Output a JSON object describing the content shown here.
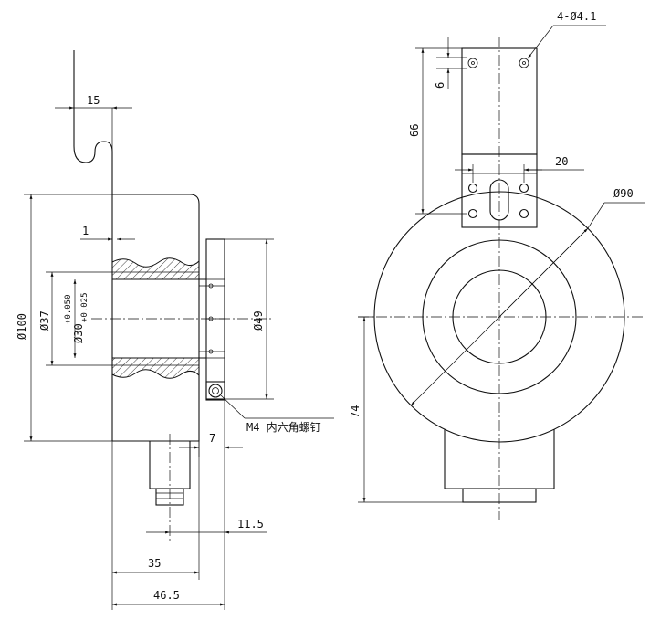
{
  "dimensions": {
    "d15": "15",
    "d1": "1",
    "d100": "Ø100",
    "d37": "Ø37",
    "d30": "Ø30",
    "tol_upper": "+0.050",
    "tol_lower": "+0.025",
    "d49": "Ø49",
    "d7": "7",
    "d11_5": "11.5",
    "d35": "35",
    "d46_5": "46.5",
    "holes": "4-Ø4.1",
    "d6": "6",
    "d66": "66",
    "d20": "20",
    "d90": "Ø90",
    "d74": "74"
  },
  "notes": {
    "screw": "M4 内六角螺钉"
  }
}
